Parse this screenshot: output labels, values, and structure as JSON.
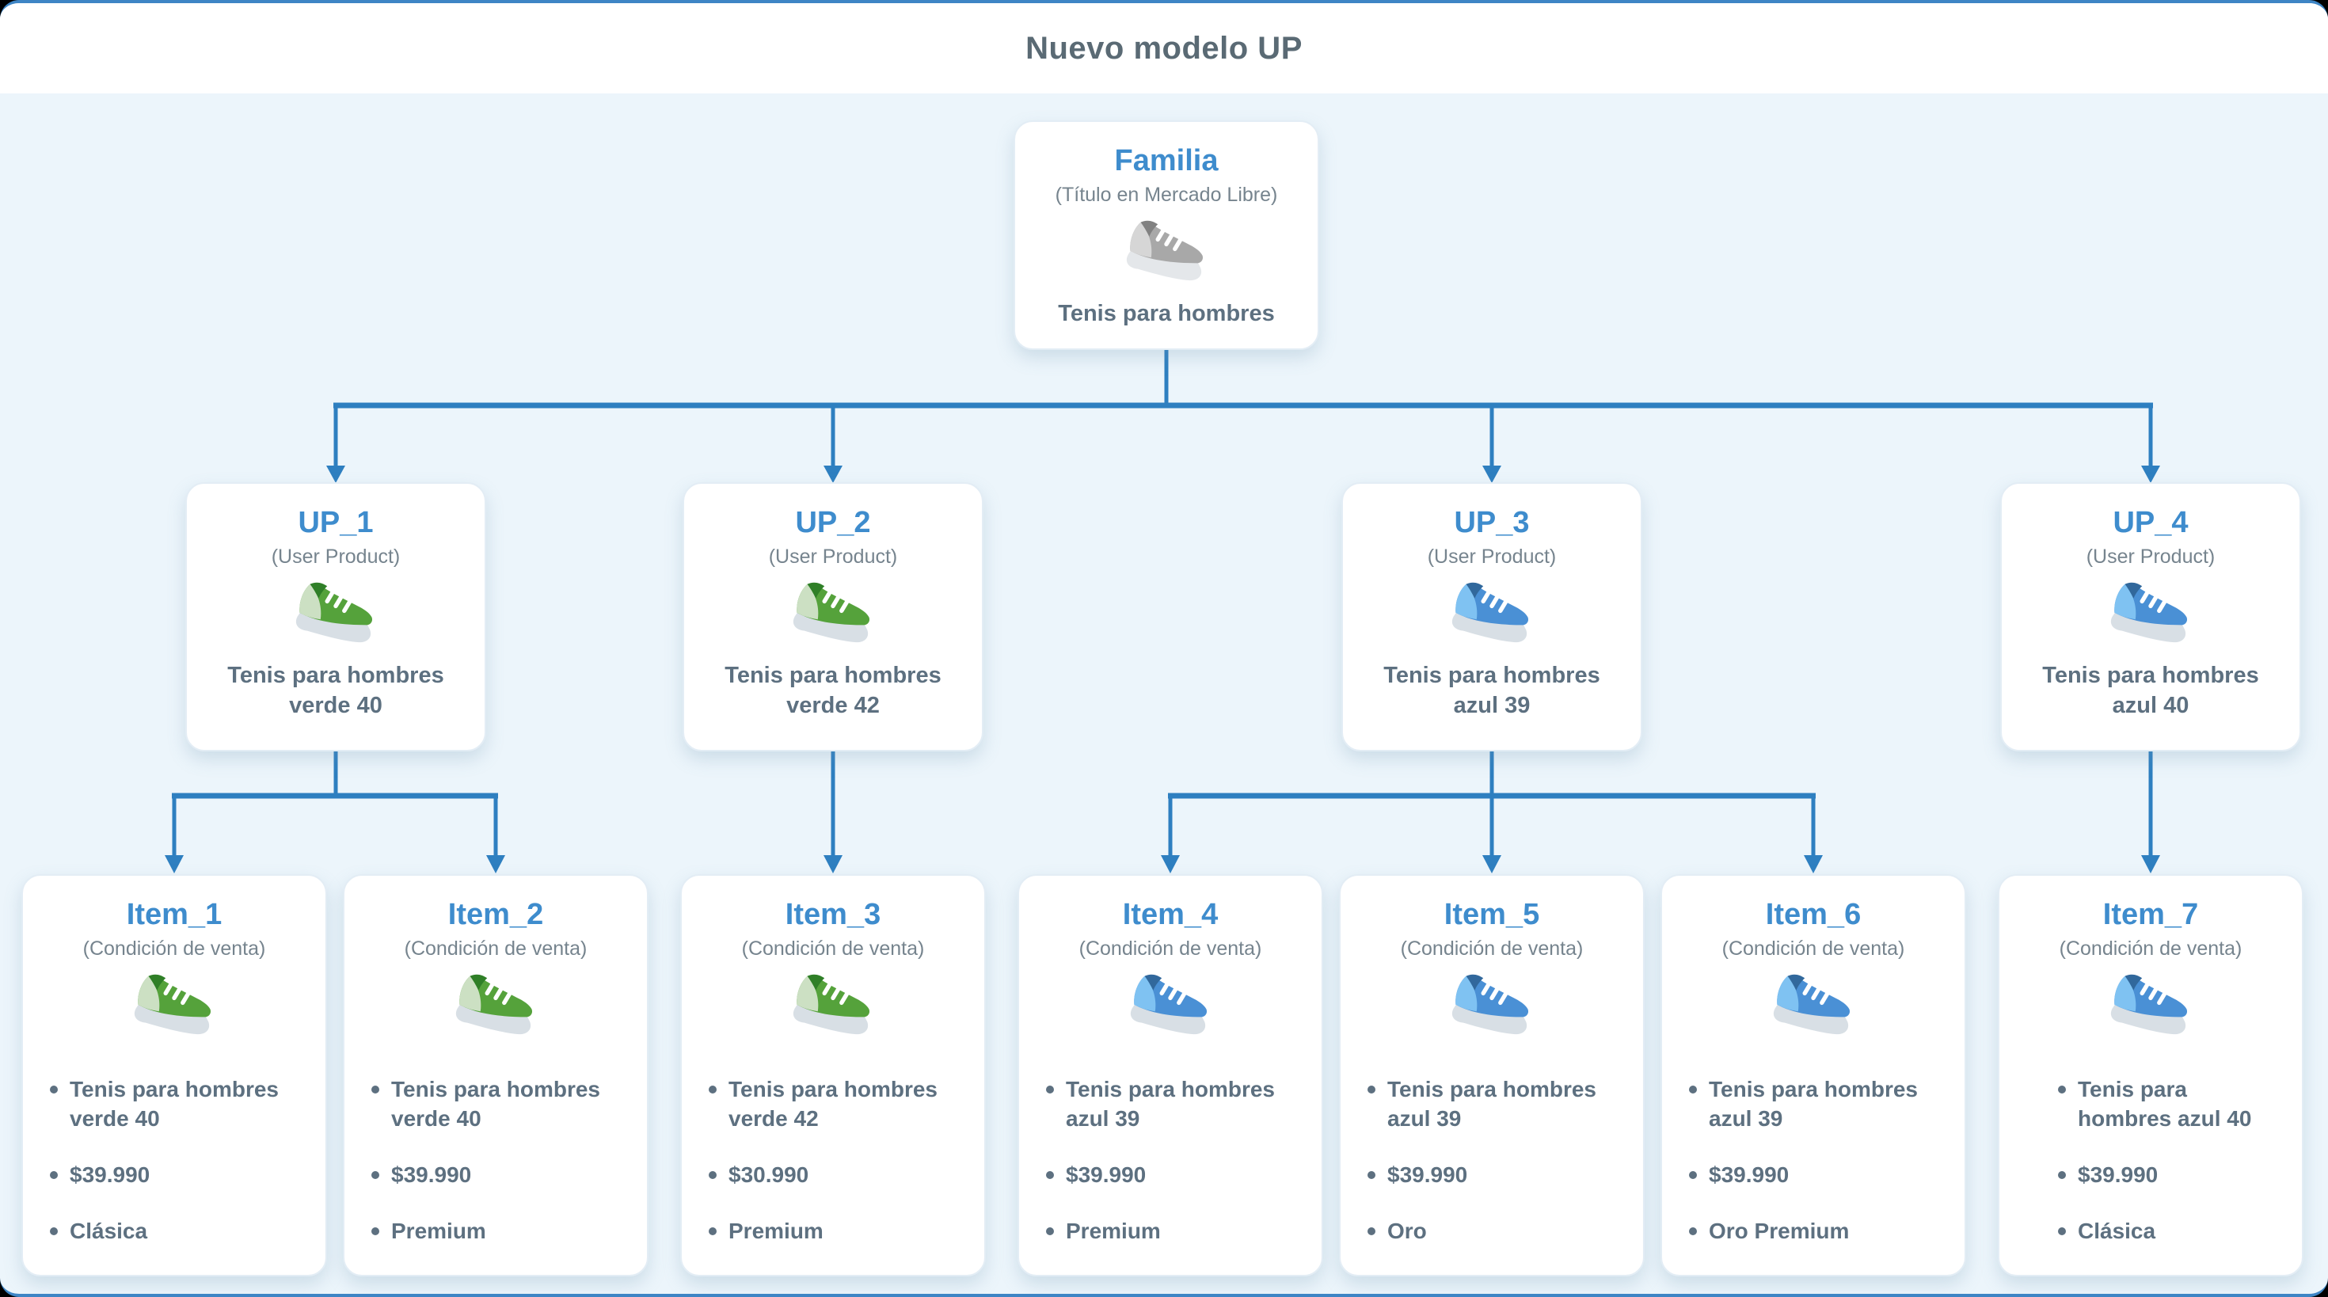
{
  "header": {
    "title": "Nuevo modelo UP"
  },
  "familia": {
    "title": "Familia",
    "subtitle": "(Título en Mercado Libre)",
    "icon": "sneaker-gray-icon",
    "label": "Tenis para hombres"
  },
  "ups": [
    {
      "title": "UP_1",
      "subtitle": "(User Product)",
      "icon": "sneaker-green-icon",
      "label": "Tenis para hombres verde 40"
    },
    {
      "title": "UP_2",
      "subtitle": "(User Product)",
      "icon": "sneaker-green-icon",
      "label": "Tenis para hombres verde 42"
    },
    {
      "title": "UP_3",
      "subtitle": "(User Product)",
      "icon": "sneaker-blue-icon",
      "label": "Tenis para hombres azul 39"
    },
    {
      "title": "UP_4",
      "subtitle": "(User Product)",
      "icon": "sneaker-blue-icon",
      "label": "Tenis para hombres azul 40"
    }
  ],
  "items": [
    {
      "title": "Item_1",
      "subtitle": "(Condición de venta)",
      "icon": "sneaker-green-icon",
      "bullets": [
        "Tenis para hombres verde 40",
        "$39.990",
        "Clásica"
      ]
    },
    {
      "title": "Item_2",
      "subtitle": "(Condición de venta)",
      "icon": "sneaker-green-icon",
      "bullets": [
        "Tenis para hombres verde 40",
        "$39.990",
        "Premium"
      ]
    },
    {
      "title": "Item_3",
      "subtitle": "(Condición de venta)",
      "icon": "sneaker-green-icon",
      "bullets": [
        "Tenis para hombres verde 42",
        "$30.990",
        "Premium"
      ]
    },
    {
      "title": "Item_4",
      "subtitle": "(Condición de venta)",
      "icon": "sneaker-blue-icon",
      "bullets": [
        "Tenis para hombres azul 39",
        "$39.990",
        "Premium"
      ]
    },
    {
      "title": "Item_5",
      "subtitle": "(Condición de venta)",
      "icon": "sneaker-blue-icon",
      "bullets": [
        "Tenis para hombres azul 39",
        "$39.990",
        "Oro"
      ]
    },
    {
      "title": "Item_6",
      "subtitle": "(Condición de venta)",
      "icon": "sneaker-blue-icon",
      "bullets": [
        "Tenis para hombres azul 39",
        "$39.990",
        "Oro Premium"
      ]
    },
    {
      "title": "Item_7",
      "subtitle": "(Condición de venta)",
      "icon": "sneaker-blue-icon",
      "bullets": [
        "Tenis para hombres azul 40",
        "$39.990",
        "Clásica"
      ]
    }
  ],
  "colors": {
    "ui": {
      "background": "#ecf5fb",
      "header_bg": "#ffffff",
      "header_text": "#5a6a74",
      "canvas_border": "#3e85c5",
      "node_title": "#3e8ccd",
      "node_subtitle": "#76848e",
      "node_text": "#5d7080",
      "connector": "#2e7fc0",
      "card_bg": "#ffffff",
      "card_border": "#e3edf5"
    },
    "shoes": {
      "gray": {
        "heel": "#d6d6d6",
        "main": "#a8a8a8",
        "collar": "#818181",
        "sole": "#e4e7ea",
        "lace": "#ffffff"
      },
      "green": {
        "heel": "#cce0c3",
        "main": "#55a23b",
        "collar": "#2f7f27",
        "sole": "#d8dfe5",
        "lace": "#ffffff"
      },
      "blue": {
        "heel": "#7fc2f2",
        "main": "#4a90d5",
        "collar": "#31689c",
        "sole": "#d8dfe5",
        "lace": "#ffffff"
      }
    }
  }
}
